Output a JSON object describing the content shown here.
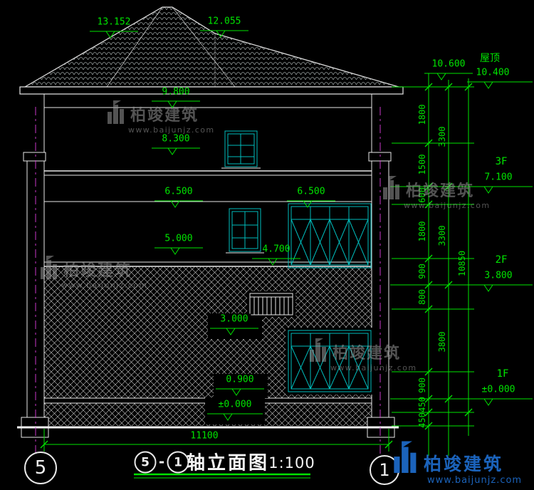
{
  "drawing": {
    "title": {
      "axis_left": "5",
      "separator": "-",
      "axis_right": "1",
      "name": "轴立面图",
      "scale": "1:100"
    },
    "axis_bubble_left": "5",
    "axis_bubble_right": "1"
  },
  "marks": {
    "m13152": "13.152",
    "m12055": "12.055",
    "m9800": "9.800",
    "m8300": "8.300",
    "m6500L": "6.500",
    "m6500R": "6.500",
    "m5000": "5.000",
    "m4700": "4.700",
    "m3000": "3.000",
    "m0900": "0.900",
    "m0000": "±0.000"
  },
  "right_panel": {
    "roof_label": "屋顶",
    "m10600": "10.600",
    "m10400": "10.400",
    "f3_label": "3F",
    "f3_elev": "7.100",
    "f2_label": "2F",
    "f2_elev": "3.800",
    "f1_label": "1F",
    "f1_elev": "±0.000"
  },
  "dims": {
    "chainA": [
      "1800",
      "1500",
      "600",
      "1800",
      "900",
      "800",
      "900",
      "450",
      "450"
    ],
    "chainB": [
      "3300",
      "3300",
      "3800"
    ],
    "total_height": "10850",
    "bottom_width": "11100"
  },
  "watermark": {
    "brand": "柏竣建筑",
    "url": "www.baijunjz.com"
  },
  "logo": {
    "brand": "柏竣建筑",
    "url": "www.baijunjz.com"
  },
  "colors": {
    "background": "#000000",
    "line_white": "#e8e8e8",
    "dim_green": "#00e400",
    "window_cyan": "#00bdbd",
    "axis_magenta": "#c837c8",
    "logo_blue": "#1b63bb",
    "watermark_gray": "#979797"
  }
}
